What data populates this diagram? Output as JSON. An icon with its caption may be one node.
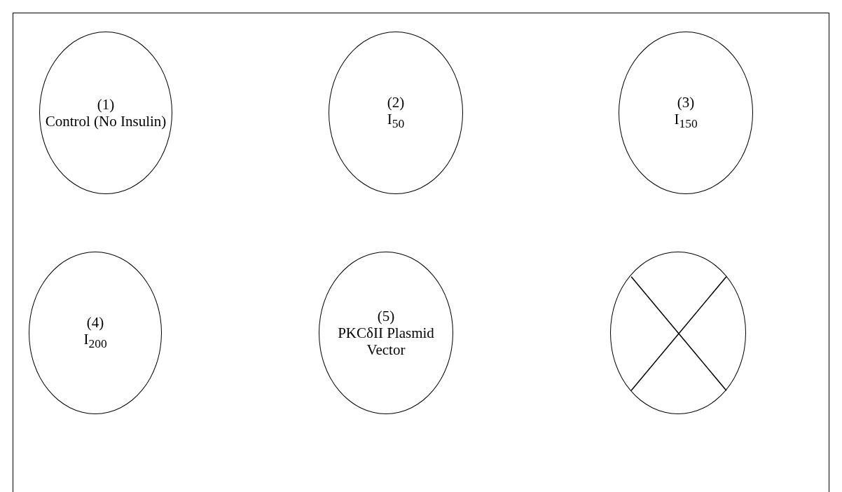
{
  "diagram": {
    "nodes": [
      {
        "text": [
          "(1)",
          "Control (No Insulin)"
        ]
      },
      {
        "text": [
          "(2)",
          "I$_{50}$"
        ]
      },
      {
        "text": [
          "(3)",
          "I$_{150}$"
        ]
      },
      {
        "text": [
          "(4)",
          "I$_{200}$"
        ]
      },
      {
        "text": [
          "(5)",
          "PKCδII Plasmid Vector"
        ]
      },
      {
        "text": [],
        "shape": "circle"
      }
    ]
  }
}
